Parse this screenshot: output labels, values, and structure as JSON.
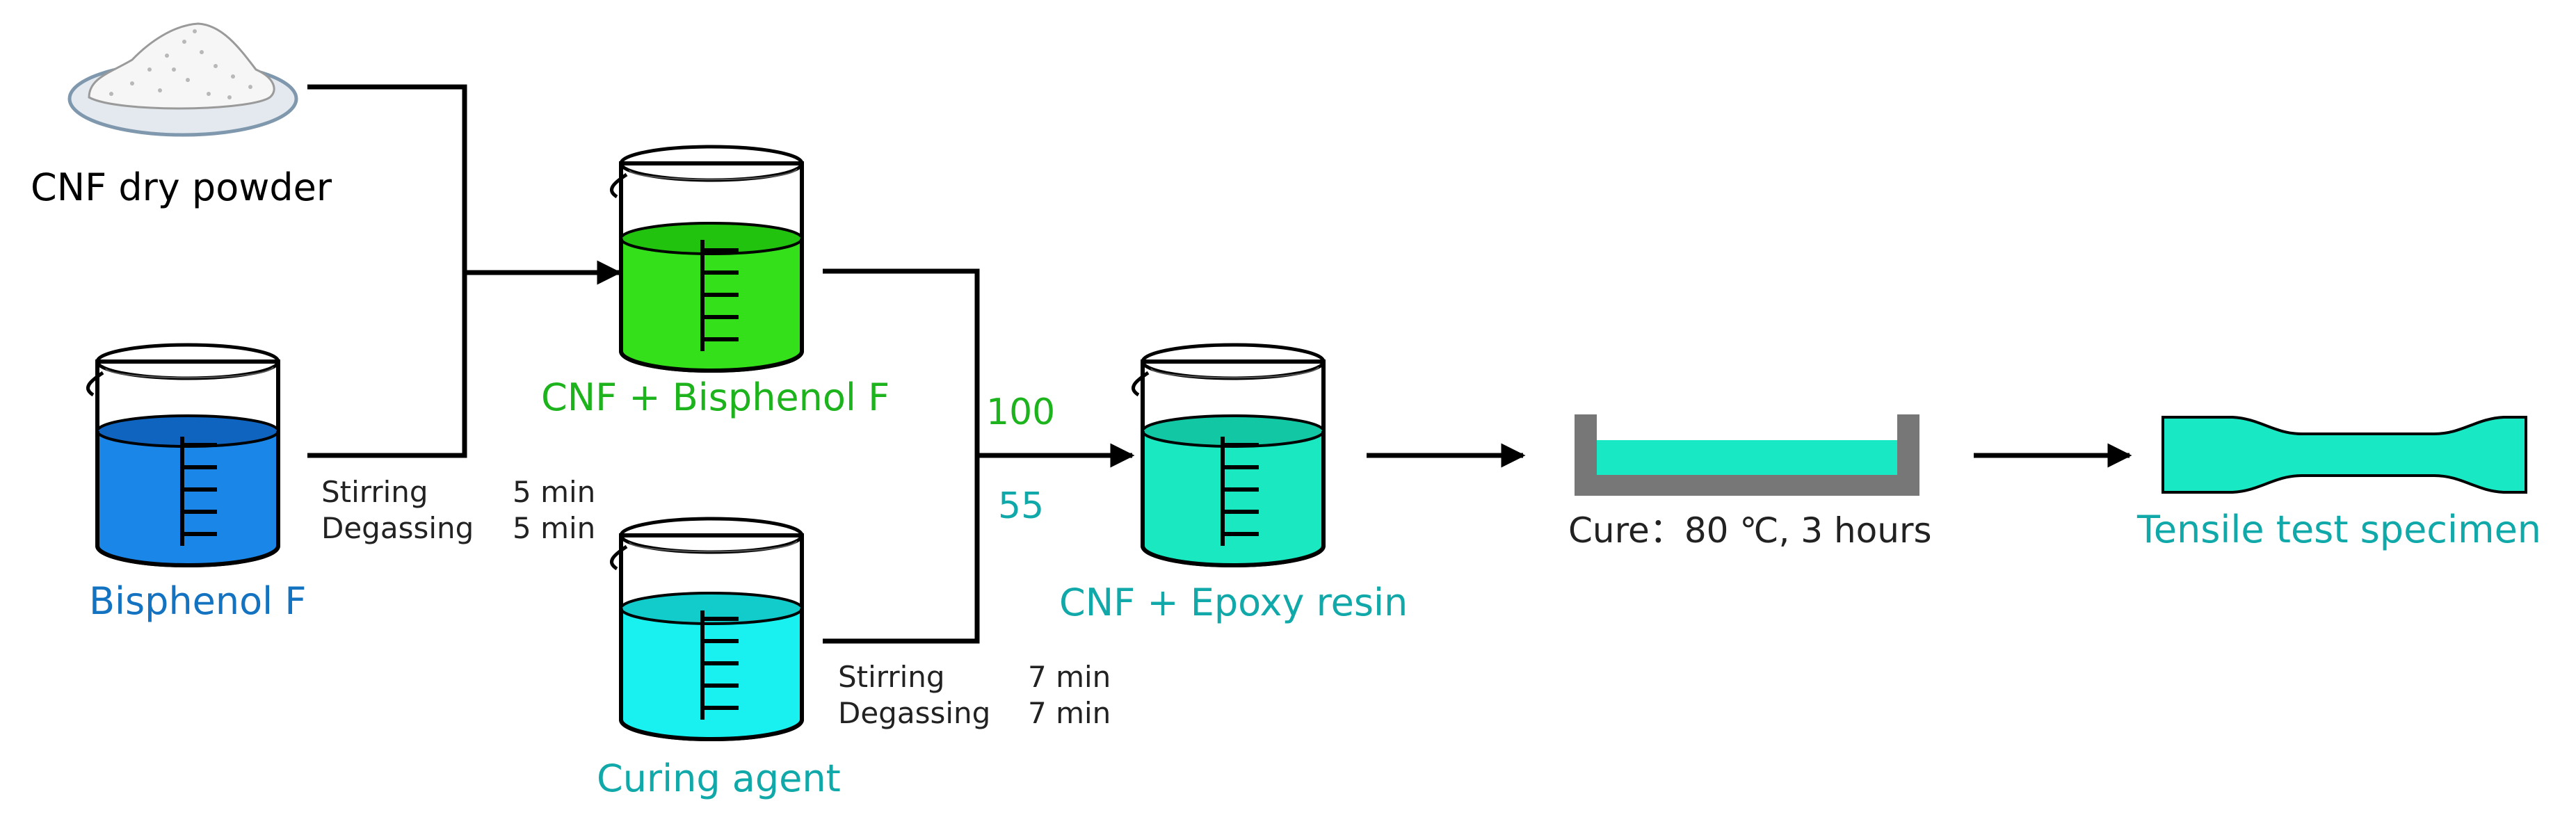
{
  "labels": {
    "cnf_powder": "CNF dry powder",
    "bisphenol_f": "Bisphenol F",
    "cnf_bisphenol": "CNF + Bisphenol F",
    "curing_agent": "Curing agent",
    "cnf_epoxy": "CNF + Epoxy resin",
    "cure": "Cure：80 ℃, 3 hours",
    "tensile": "Tensile test specimen",
    "ratio_top": "100",
    "ratio_bottom": "55"
  },
  "process_1": {
    "stirring": "Stirring",
    "stirring_time": "5 min",
    "degassing": "Degassing",
    "degassing_time": "5 min"
  },
  "process_2": {
    "stirring": "Stirring",
    "stirring_time": "7 min",
    "degassing": "Degassing",
    "degassing_time": "7 min"
  },
  "colors": {
    "bisphenol": "#1a86e8",
    "cnf_bisphenol": "#33e01a",
    "curing": "#19f0f0",
    "epoxy": "#19e8c0",
    "specimen": "#19e8c4",
    "label_blue": "#1473c0",
    "label_green": "#1db31d",
    "label_teal": "#10a8a8",
    "mold_gray": "#777777"
  }
}
